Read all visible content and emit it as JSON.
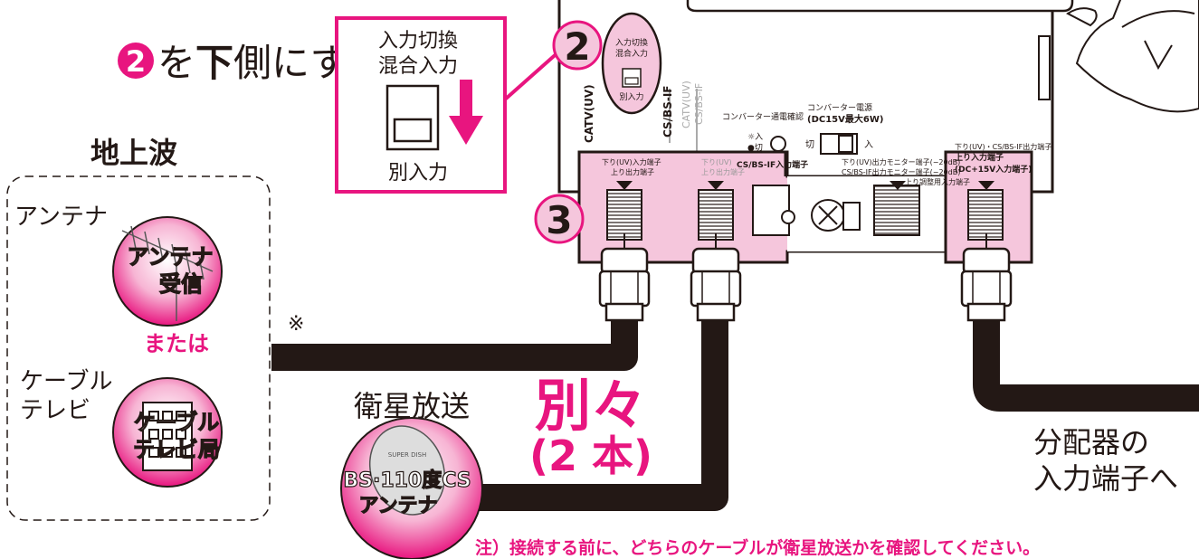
{
  "instruction": {
    "step_number": "2",
    "text_before": "を",
    "text_bold": "下",
    "text_after": "側にする"
  },
  "switch_box": {
    "top_label_line1": "入力切換",
    "top_label_line2": "混合入力",
    "bottom_label": "別入力"
  },
  "step_markers": {
    "step2": "2",
    "step3": "3"
  },
  "device": {
    "switch_label_line1": "入力切換",
    "switch_label_line2": "混合入力",
    "switch_label_bottom": "別入力",
    "side_label_catv": "CATV(UV)",
    "side_label_csbs": "CS/BS-IF",
    "side_label_catv2": "CATV(UV)",
    "side_label_csbs2": "CS/BS-IF",
    "converter_check": "コンバーター通電確認",
    "converter_power_line1": "コンバーター電源",
    "converter_power_line2": "(DC15V最大6W)",
    "led_label_on": "☼入",
    "led_label_off": "●切",
    "toggle_off": "切",
    "toggle_on": "入",
    "port1_line1": "下り(UV)入力端子",
    "port1_line2": "上り出力端子",
    "port2_line1": "下り(UV)",
    "port2_line2": "上り出力端子",
    "port2_main": "CS/BS-IF入力端子",
    "port3_line1": "下り(UV)出力モニター端子(−20dB)",
    "port3_line2": "CS/BS-IF出力モニター端子(−20dB)",
    "port3_line3": "上り調整用入力端子",
    "port4_line1": "下り(UV)・CS/BS-IF出力端子",
    "port4_line2": "上り入力端子",
    "port4_line3": "(DC+15V入力端子)"
  },
  "terrestrial": {
    "title": "地上波",
    "antenna_label": "アンテナ",
    "antenna_icon_text_line1": "アンテナ",
    "antenna_icon_text_line2": "受信",
    "or_text": "または",
    "cable_label_line1": "ケーブル",
    "cable_label_line2": "テレビ",
    "cable_icon_text_line1": "ケーブル",
    "cable_icon_text_line2": "テレビ局"
  },
  "asterisk": "※",
  "satellite": {
    "title": "衛星放送",
    "dish_text_line1": "BS·110度CS",
    "dish_text_line2": "アンテナ",
    "dish_small_text": "SUPER DISH"
  },
  "separate": {
    "line1": "別々",
    "line2": "(2 本)"
  },
  "distributor": {
    "line1": "分配器の",
    "line2": "入力端子へ"
  },
  "note": "注）接続する前に、どちらのケーブルが衛星放送かを確認してください。",
  "colors": {
    "accent": "#e8157f",
    "highlight": "#f5c6dc",
    "cable": "#231815"
  }
}
